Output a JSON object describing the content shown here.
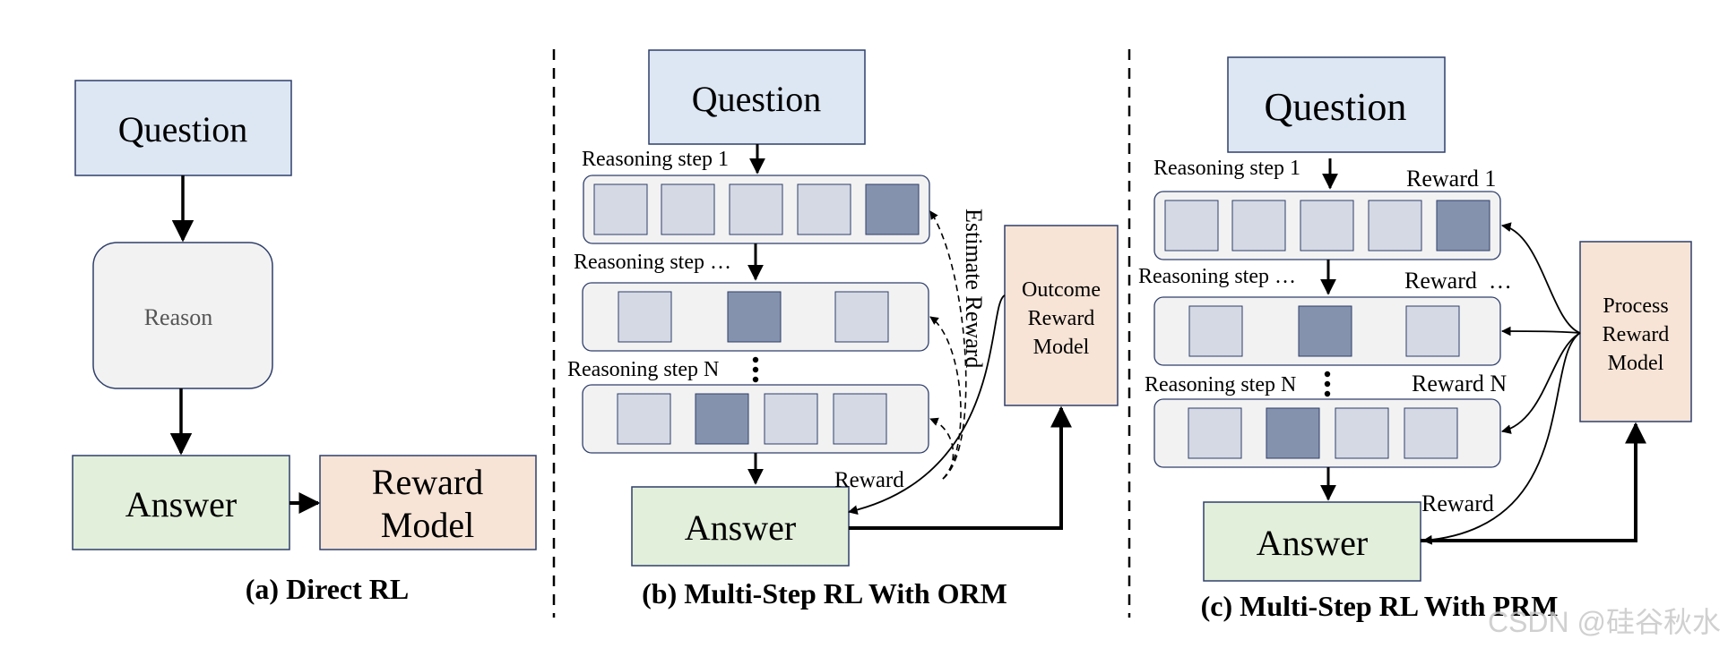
{
  "colors": {
    "question_fill": "#dde7f3",
    "reason_fill": "#f2f2f2",
    "answer_fill": "#e2efda",
    "reward_model_fill": "#f7e4d6",
    "step_light": "#d5d9e4",
    "step_dark": "#8592ad",
    "step_container": "#f2f2f2",
    "box_stroke": "#2f3f6b"
  },
  "panel_a": {
    "question": "Question",
    "reason": "Reason",
    "answer": "Answer",
    "reward_model_line1": "Reward",
    "reward_model_line2": "Model",
    "caption": "(a) Direct RL"
  },
  "panel_b": {
    "question": "Question",
    "step_1_label": "Reasoning step 1",
    "step_mid_label": "Reasoning step …",
    "step_n_label": "Reasoning step N",
    "estimate_reward": "Estimate Reward",
    "reward_label": "Reward",
    "orm_line1": "Outcome",
    "orm_line2": "Reward",
    "orm_line3": "Model",
    "answer": "Answer",
    "caption": "(b) Multi-Step RL With ORM"
  },
  "panel_c": {
    "question": "Question",
    "step_1_label": "Reasoning step 1",
    "step_mid_label": "Reasoning step …",
    "step_n_label": "Reasoning step N",
    "reward_1": "Reward 1",
    "reward_mid": "Reward  …",
    "reward_n": "Reward N",
    "reward_label": "Reward",
    "prm_line1": "Process",
    "prm_line2": "Reward",
    "prm_line3": "Model",
    "answer": "Answer",
    "caption": "(c) Multi-Step RL With PRM"
  },
  "watermark": "CSDN @硅谷秋水"
}
